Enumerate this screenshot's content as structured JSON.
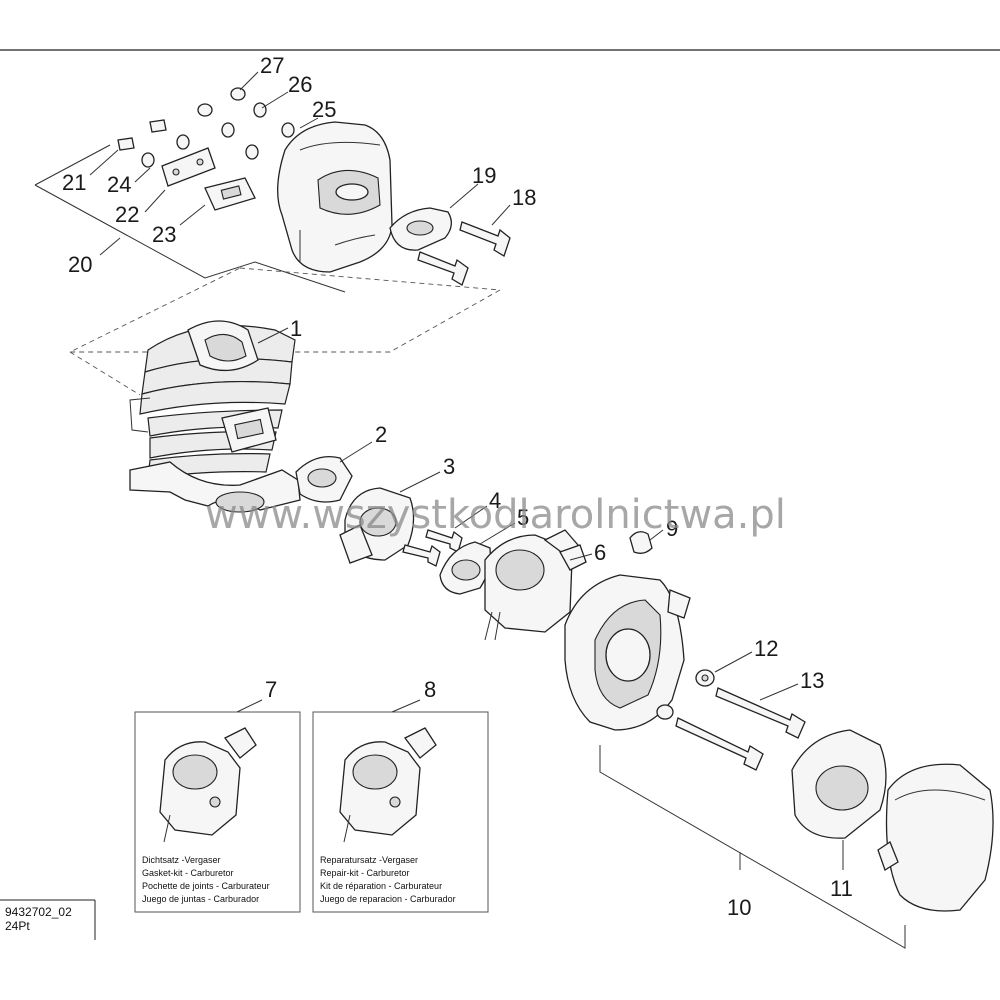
{
  "diagram": {
    "part_numbers": [
      "1",
      "2",
      "3",
      "4",
      "5",
      "6",
      "7",
      "8",
      "9",
      "10",
      "11",
      "12",
      "13",
      "18",
      "19",
      "20",
      "21",
      "22",
      "23",
      "24",
      "25",
      "26",
      "27"
    ],
    "kit_7": {
      "label": "7",
      "lines": [
        "Dichtsatz -Vergaser",
        "Gasket-kit - Carburetor",
        "Pochette de joints - Carburateur",
        "Juego de juntas - Carburador"
      ]
    },
    "kit_8": {
      "label": "8",
      "lines": [
        "Reparatursatz -Vergaser",
        "Repair-kit - Carburetor",
        "Kit de réparation - Carburateur",
        "Juego de reparacion - Carburador"
      ]
    },
    "reference": {
      "code": "9432702_02",
      "sub": "24Pt"
    },
    "watermark": "www.wszystkodlarolnictwa.pl"
  }
}
